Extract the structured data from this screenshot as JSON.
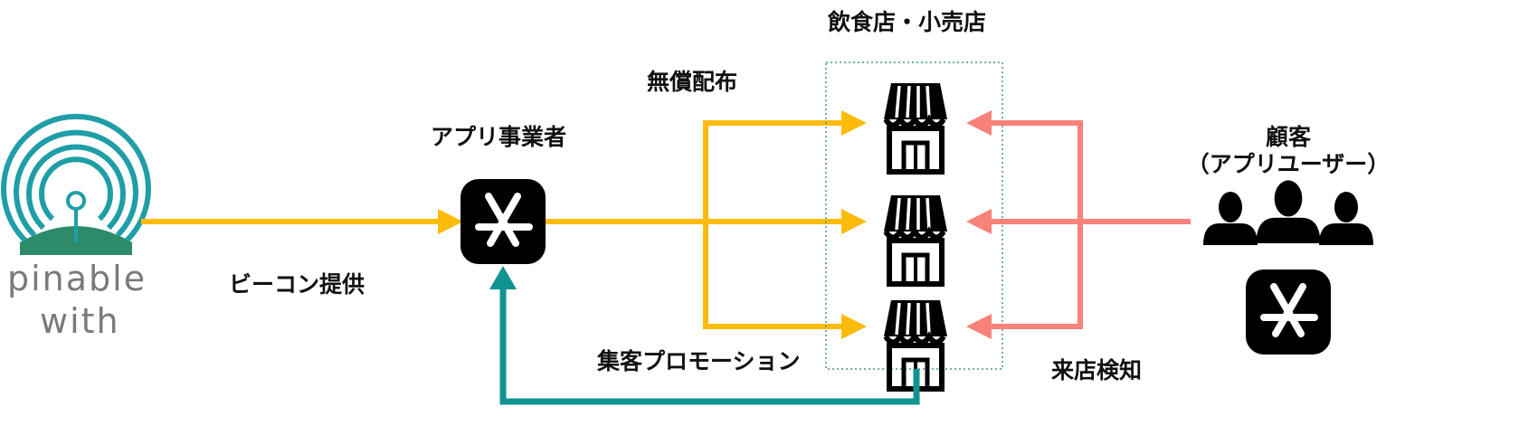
{
  "colors": {
    "yellow": "#FDBB09",
    "salmon": "#F8827A",
    "teal": "#0F9490",
    "dotted_border": "#3C9999",
    "logo_teal": "#1F9EA7",
    "logo_green": "#2E8B6A",
    "brand_gray": "#7A7A7A"
  },
  "brand": {
    "line1": "pinable",
    "line2": "with"
  },
  "labels": {
    "beacon": "ビーコン提供",
    "app_company": "アプリ事業者",
    "free_distribution": "無償配布",
    "stores": "飲食店・小売店",
    "customer_line1": "顧客",
    "customer_line2": "（アプリユーザー）",
    "promotion": "集客プロモーション",
    "visit_detection": "来店検知"
  },
  "icons": {
    "beacon": "beacon-signal-icon",
    "app": "app-store-icon",
    "store": "storefront-icon",
    "users": "users-group-icon"
  }
}
